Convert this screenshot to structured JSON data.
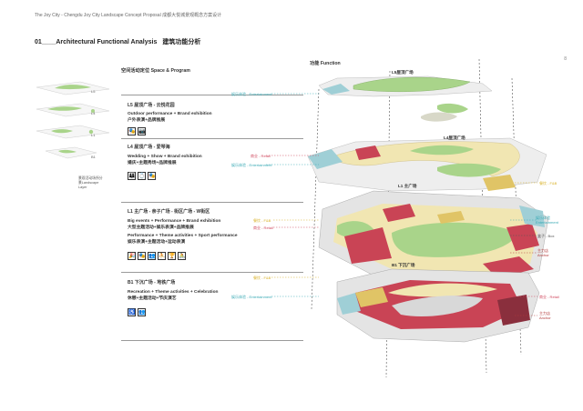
{
  "header": {
    "title": "The Joy City - Chengdu Joy City Landscape Concept Proposal  成都大悦城景观概念方案设计"
  },
  "page_number": "8",
  "section": {
    "number": "01____Architectural Functional Analysis",
    "title_cn": "建筑功能分析"
  },
  "columns": {
    "space_program": "空间活动定位  Space & Program",
    "function": "功能  Function"
  },
  "mini_stack": {
    "levels": [
      "L5",
      "L4",
      "L1",
      "B1"
    ],
    "legend": [
      "景观活动场所分",
      "景Landscape",
      "Layer"
    ]
  },
  "levels": [
    {
      "title": "L5 屋顶广场 - 云悦花园",
      "lines": [
        "Outdoor performance + Brand exhibition",
        "户外表演+品牌推展"
      ],
      "icons": [
        "🎭",
        "📷"
      ]
    },
    {
      "title": "L4 屋顶广场 - 爱琴海",
      "lines": [
        "Wedding + Show + Brand exhibition",
        "婚庆+主题秀场+品牌推展"
      ],
      "icons": [
        "👪",
        "💍",
        "🎭"
      ]
    },
    {
      "title": "L1 主广场 - 亲子广场 - 街区广场 - W街区",
      "lines": [
        "Big events + Performance + Brand exhibition",
        "大型主题活动+娱乐表演+品牌推展",
        "Performance + Theme activities + Sport performance",
        "娱乐表演+主题活动+运动表演"
      ],
      "icons": [
        "🎉",
        "🎭",
        "👥",
        "⛹",
        "🏆",
        "🚴"
      ]
    },
    {
      "title": "B1 下沉广场 - 地铁广场",
      "lines": [
        "Recreation + Theme activities + Celebration",
        "休憩+主题活动+节庆演艺"
      ],
      "icons": [
        "♿",
        "👥"
      ]
    }
  ],
  "floor_labels": {
    "l5": "L5屋顶广场",
    "l4": "L4屋顶广场",
    "l1": "L1 主广场",
    "b1": "B1 下沉广场"
  },
  "legend_labels": {
    "l5_left": "娱乐体验 - Entertainment",
    "l4_retail": "商业 - Retail",
    "l4_ent": "娱乐体验 - Entertainment",
    "l4_fnb": "餐饮 - F&B",
    "l1_fnb": "餐饮 - F&B",
    "l1_retail": "商业 - Retail",
    "l1_ent_r": [
      "娱乐体验",
      "Entertainment"
    ],
    "l1_box": "盒子 - Box",
    "l1_anchor": [
      "主力店",
      "Anchor"
    ],
    "b1_fnb": "餐饮 - F&B",
    "b1_ent": "娱乐体验 - Entertainment",
    "b1_retail": "商业 - Retail",
    "b1_anchor": [
      "主力店",
      "Anchor"
    ]
  },
  "colors": {
    "green": "#8dc46a",
    "red": "#c94455",
    "cream": "#f1e6b2",
    "teal": "#7ec3cc",
    "gray": "#d4d4d4",
    "dark": "#5a5a5a"
  }
}
